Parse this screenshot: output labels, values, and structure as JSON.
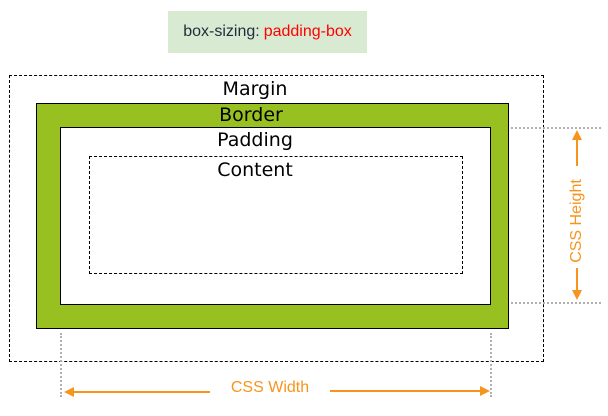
{
  "title": {
    "property": "box-sizing:",
    "value": "padding-box",
    "background": "#d9ead3",
    "value_color": "#ff0000"
  },
  "boxes": {
    "margin": "Margin",
    "border": "Border",
    "padding": "Padding",
    "content": "Content",
    "border_color": "#99c021"
  },
  "dimensions": {
    "width_label": "CSS Width",
    "height_label": "CSS Height",
    "arrow_color": "#f7941d"
  }
}
